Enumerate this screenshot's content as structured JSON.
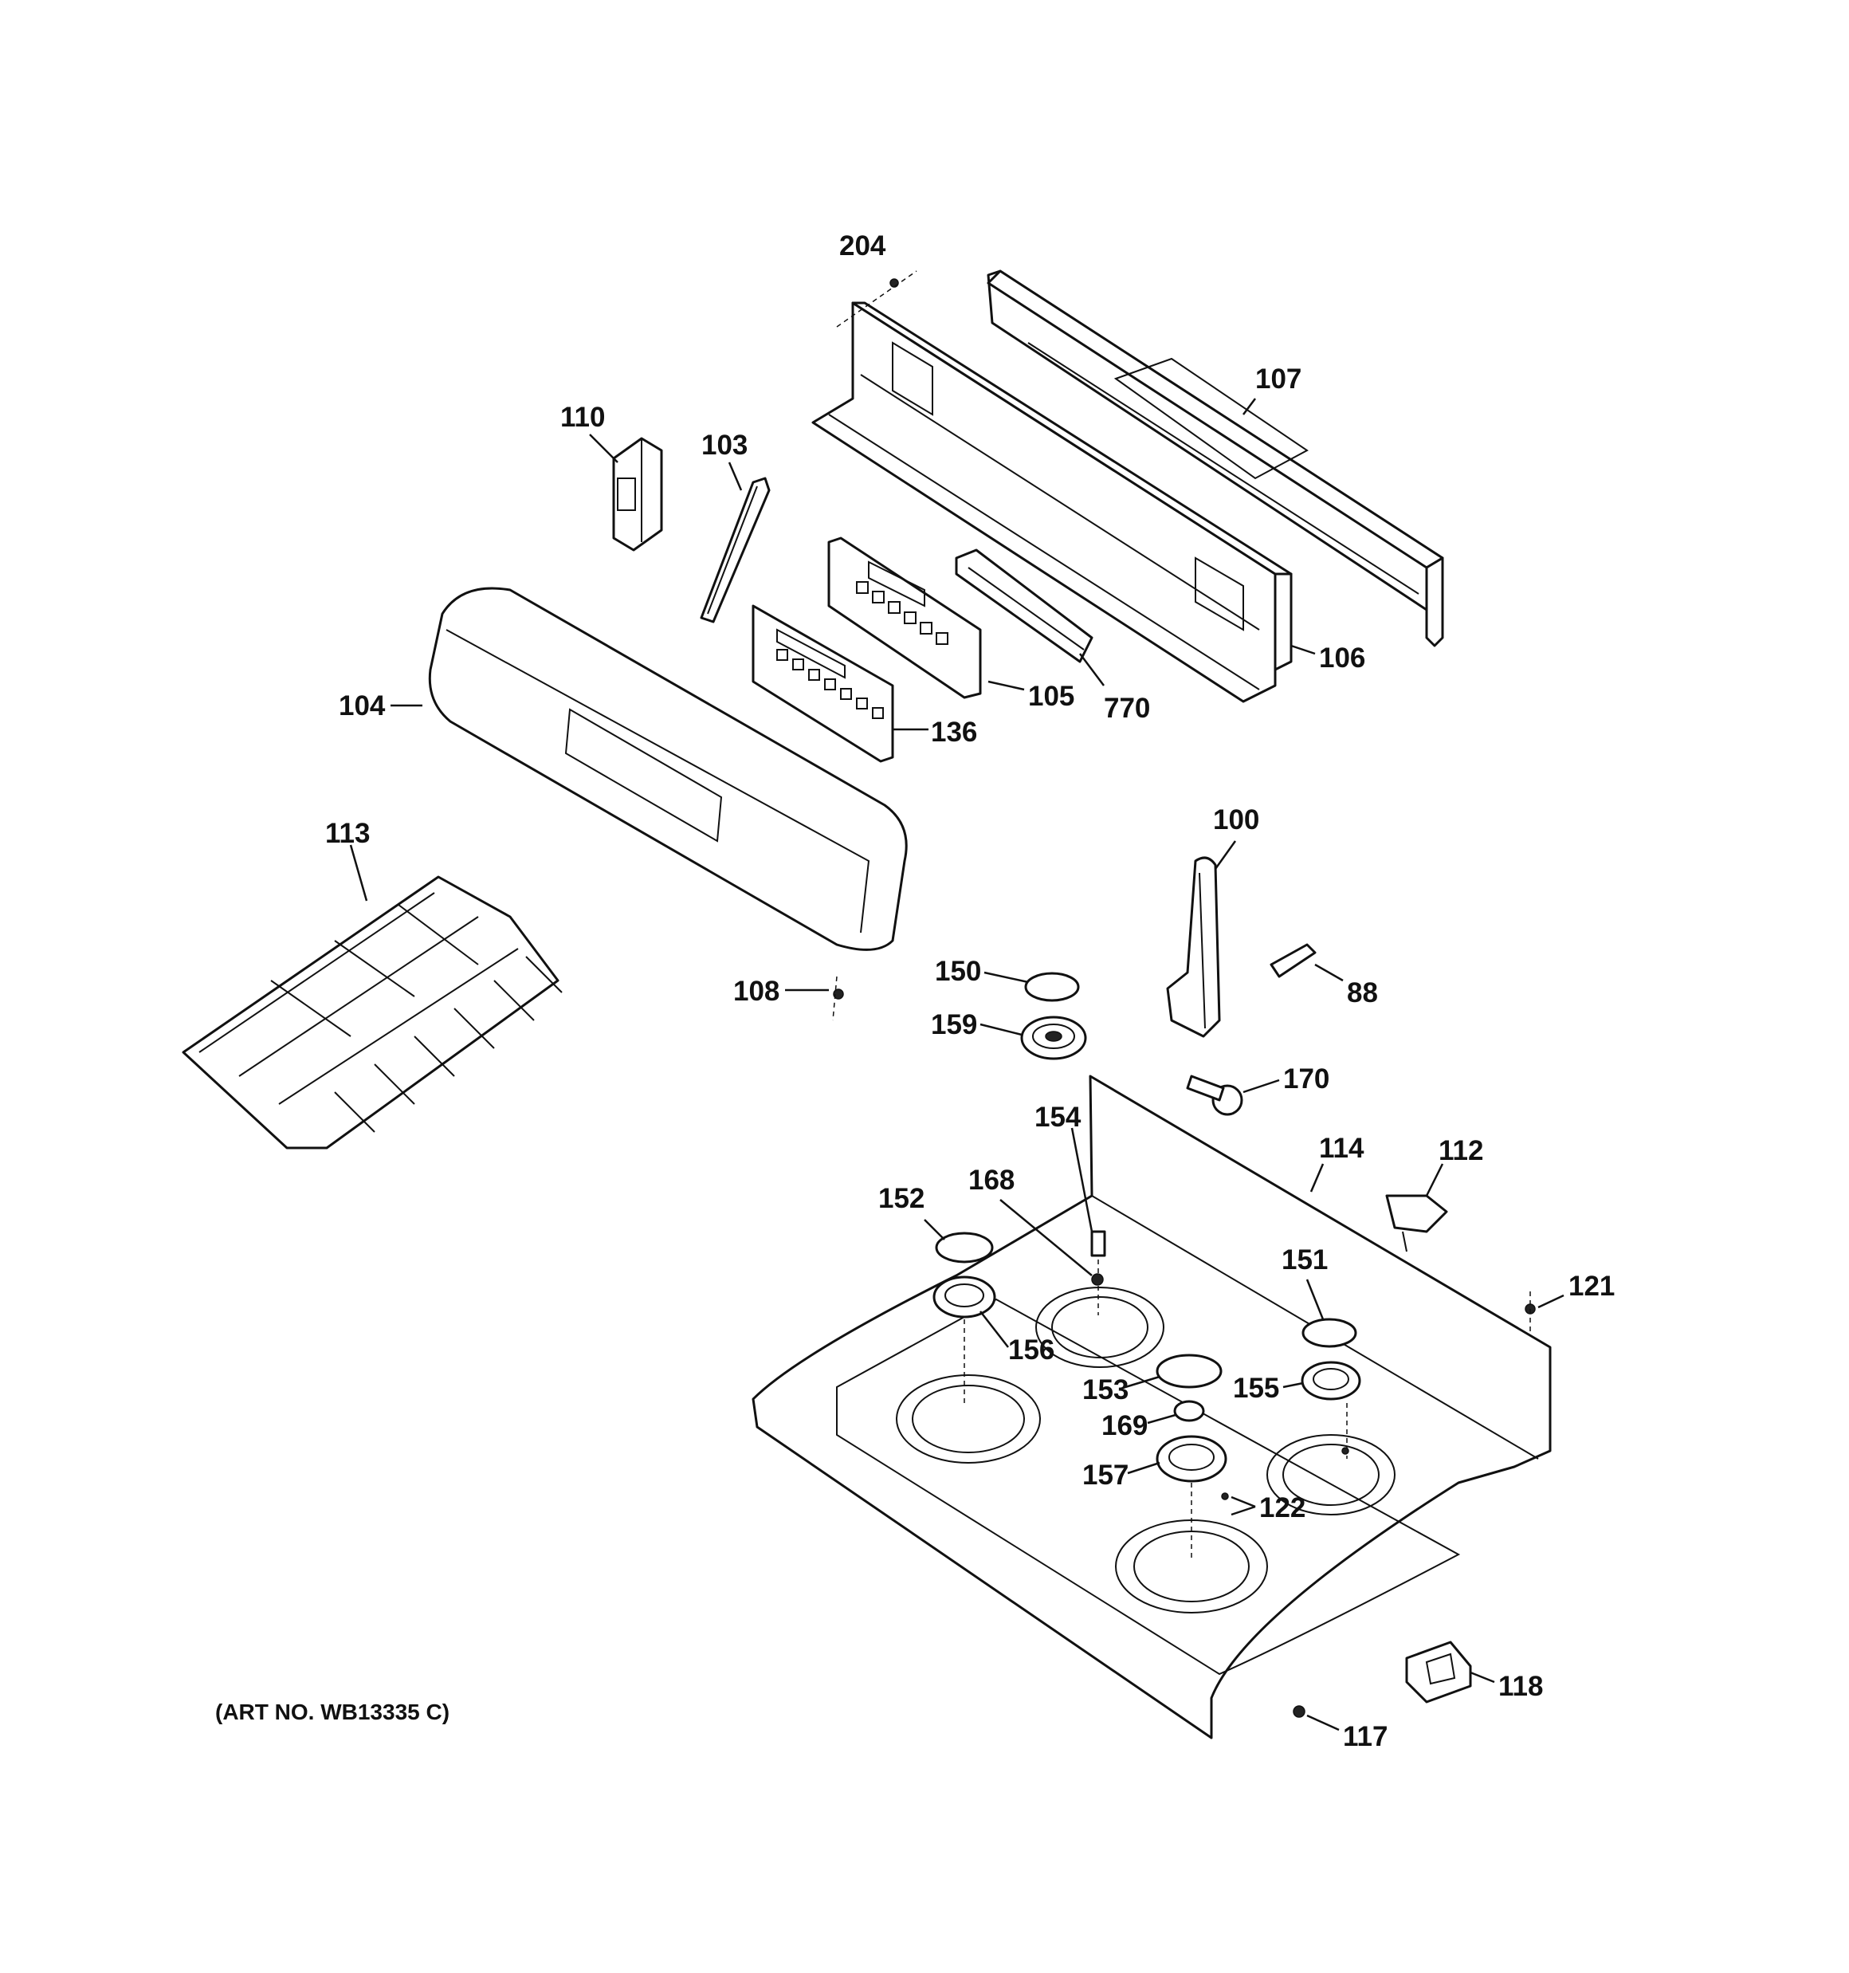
{
  "art_number": "(ART NO. WB13335 C)",
  "callouts": [
    "204",
    "107",
    "110",
    "103",
    "106",
    "105",
    "770",
    "104",
    "136",
    "113",
    "100",
    "150",
    "108",
    "88",
    "159",
    "170",
    "154",
    "114",
    "112",
    "152",
    "168",
    "151",
    "121",
    "156",
    "153",
    "155",
    "169",
    "157",
    "122",
    "118",
    "117"
  ]
}
